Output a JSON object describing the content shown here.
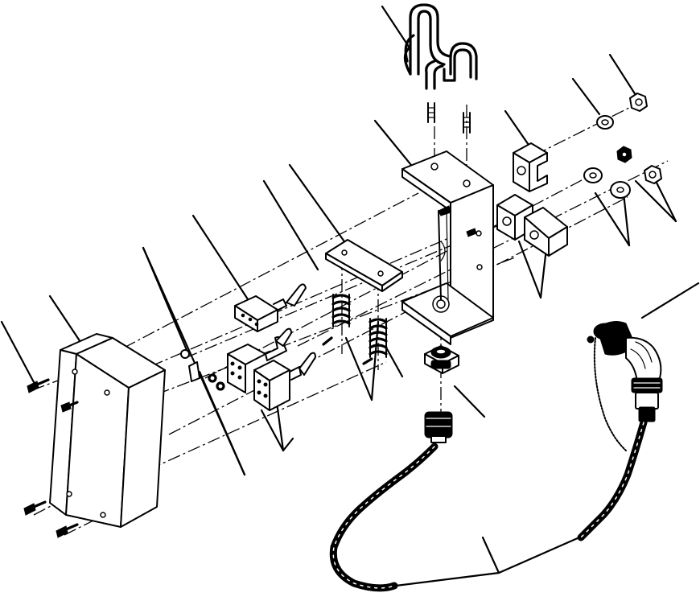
{
  "figure": {
    "type": "exploded-parts-diagram",
    "background": "#ffffff",
    "ink": "#000000",
    "text_labels": []
  },
  "parts": [
    "u-bolt-handle",
    "mounting-bracket",
    "switch-plate",
    "compression-spring",
    "toggle-switch",
    "switch-guard-cover",
    "cover-screw",
    "lock-washer",
    "hex-nut",
    "clamp-block",
    "receptacle-connector",
    "coiled-cable-assembly",
    "elbow-plug-connector"
  ]
}
